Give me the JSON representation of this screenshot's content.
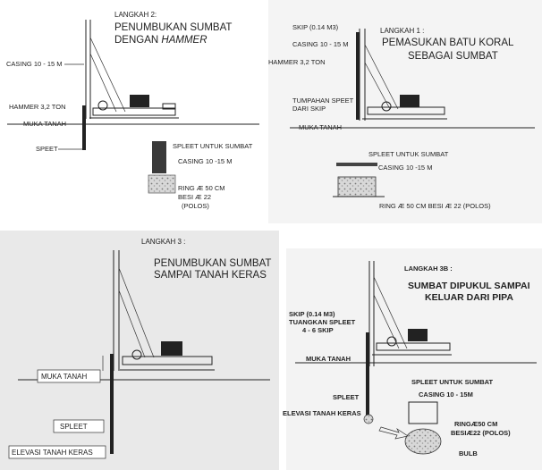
{
  "panel1": {
    "step": "LANGKAH 2:",
    "title1": "PENUMBUKAN SUMBAT",
    "title2a": "DENGAN ",
    "title2b": "HAMMER",
    "casing": "CASING 10 - 15 M",
    "hammer": "HAMMER 3,2 TON",
    "muka": "MUKA TANAH",
    "speet": "SPEET",
    "spleet": "SPLEET UNTUK SUMBAT",
    "casing2": "CASING 10 -15 M",
    "ring": "RING Æ 50 CM",
    "besi": "BESI Æ 22",
    "polos": "(POLOS)"
  },
  "panel2": {
    "step": "LANGKAH 1 :",
    "title1": "PEMASUKAN BATU KORAL",
    "title2": "SEBAGAI SUMBAT",
    "skip": "SKIP (0.14 M3)",
    "casing": "CASING 10 - 15 M",
    "hammer": "HAMMER 3,2 TON",
    "tumpahan1": "TUMPAHAN SPEET",
    "tumpahan2": "DARI SKIP",
    "muka": "MUKA TANAH",
    "spleet": "SPLEET UNTUK SUMBAT",
    "casing2": "CASING 10 -15 M",
    "ring": "RING Æ 50 CM  BESI Æ 22  (POLOS)"
  },
  "panel3": {
    "step": "LANGKAH 3 :",
    "title1": "PENUMBUKAN SUMBAT",
    "title2": "SAMPAI TANAH KERAS",
    "muka": "MUKA TANAH",
    "spleet": "SPLEET",
    "elevasi": "ELEVASI TANAH KERAS"
  },
  "panel4": {
    "step": "LANGKAH 3B :",
    "title1": "SUMBAT DIPUKUL SAMPAI",
    "title2": "KELUAR DARI PIPA",
    "skip1": "SKIP (0.14 M3)",
    "skip2": "TUANGKAN SPLEET",
    "skip3": "4 - 6 SKIP",
    "muka": "MUKA TANAH",
    "spleet": "SPLEET",
    "elevasi": "ELEVASI TANAH KERAS",
    "spleet2": "SPLEET UNTUK SUMBAT",
    "casing": "CASING  10 - 15M",
    "ring": "RINGÆ50 CM",
    "besi": "BESIÆ22  (POLOS)",
    "bulb": "BULB"
  }
}
